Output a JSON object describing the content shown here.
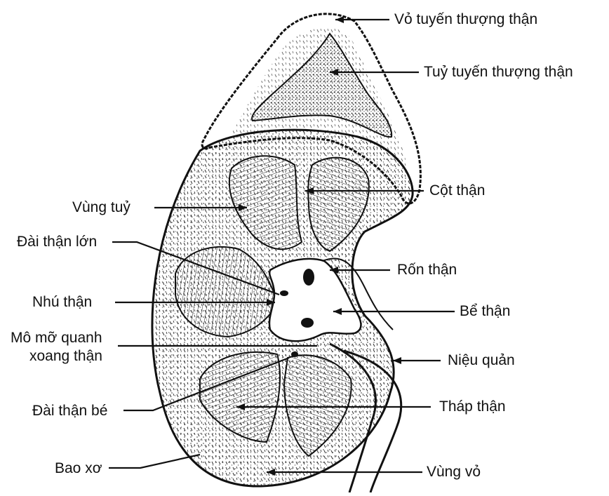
{
  "diagram": {
    "labels": {
      "adrenal_cortex": "Vỏ tuyến thượng thận",
      "adrenal_medulla": "Tuỷ tuyến thượng thận",
      "renal_column": "Cột thận",
      "medulla": "Vùng tuỷ",
      "major_calyx": "Đài thận lớn",
      "hilum": "Rốn thận",
      "papilla": "Nhú thận",
      "pelvis": "Bể thận",
      "sinus_fat_line1": "Mô mỡ quanh",
      "sinus_fat_line2": "xoang thận",
      "ureter": "Niệu quản",
      "minor_calyx": "Đài thận bé",
      "pyramid": "Tháp thận",
      "capsule": "Bao xơ",
      "cortex": "Vùng vỏ"
    },
    "colors": {
      "ink": "#111111",
      "paper": "#ffffff"
    }
  }
}
